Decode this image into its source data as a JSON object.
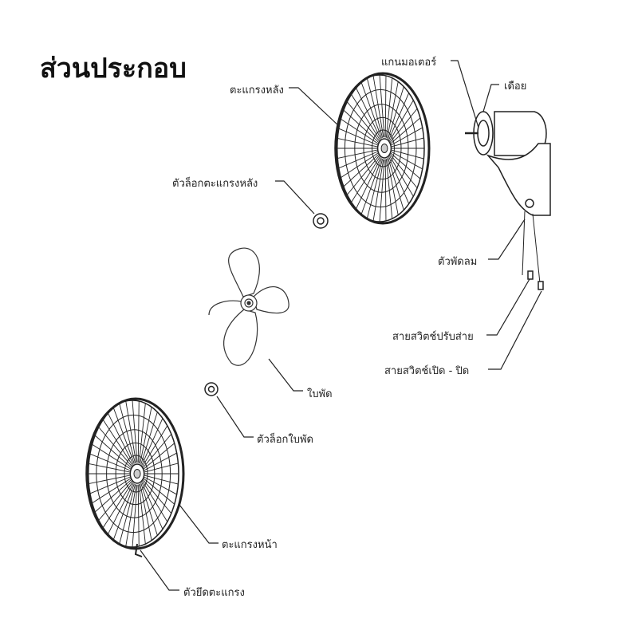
{
  "title": "ส่วนประกอบ",
  "labels": {
    "rear_guard": "ตะแกรงหลัง",
    "rear_guard_lock": "ตัวล็อกตะแกรงหลัง",
    "motor_shaft": "แกนมอเตอร์",
    "pin": "เดือย",
    "fan_body": "ตัวพัดลม",
    "oscillation_cord": "สายสวิตช์ปรับส่าย",
    "power_cord": "สายสวิตช์เปิด - ปิด",
    "blade": "ใบพัด",
    "blade_lock": "ตัวล็อกใบพัด",
    "front_guard": "ตะแกรงหน้า",
    "guard_clip": "ตัวยึดตะแกรง"
  }
}
